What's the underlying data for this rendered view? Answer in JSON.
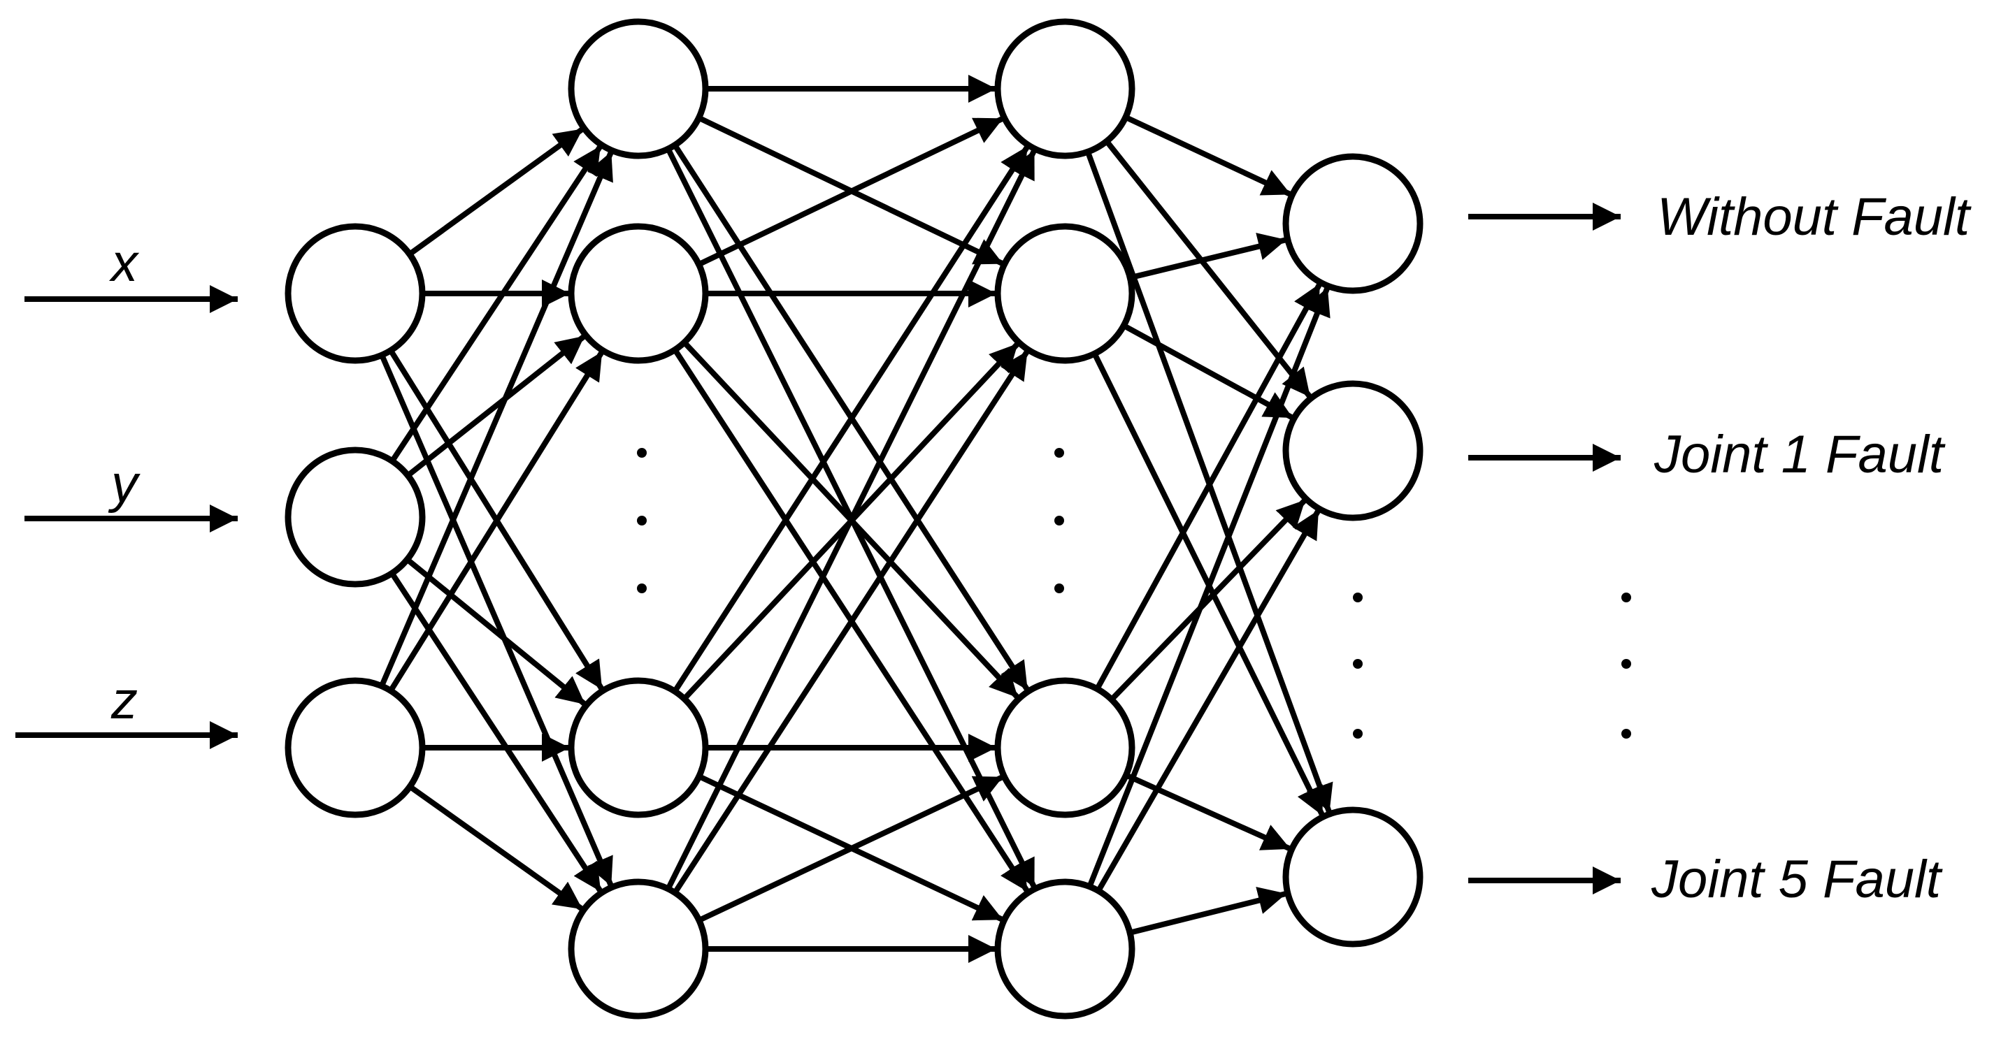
{
  "inputs": [
    "x",
    "y",
    "z"
  ],
  "outputs": [
    "Without Fault",
    "Joint 1 Fault",
    "Joint 5 Fault"
  ],
  "colors": {
    "stroke": "#000000",
    "background": "#ffffff"
  }
}
